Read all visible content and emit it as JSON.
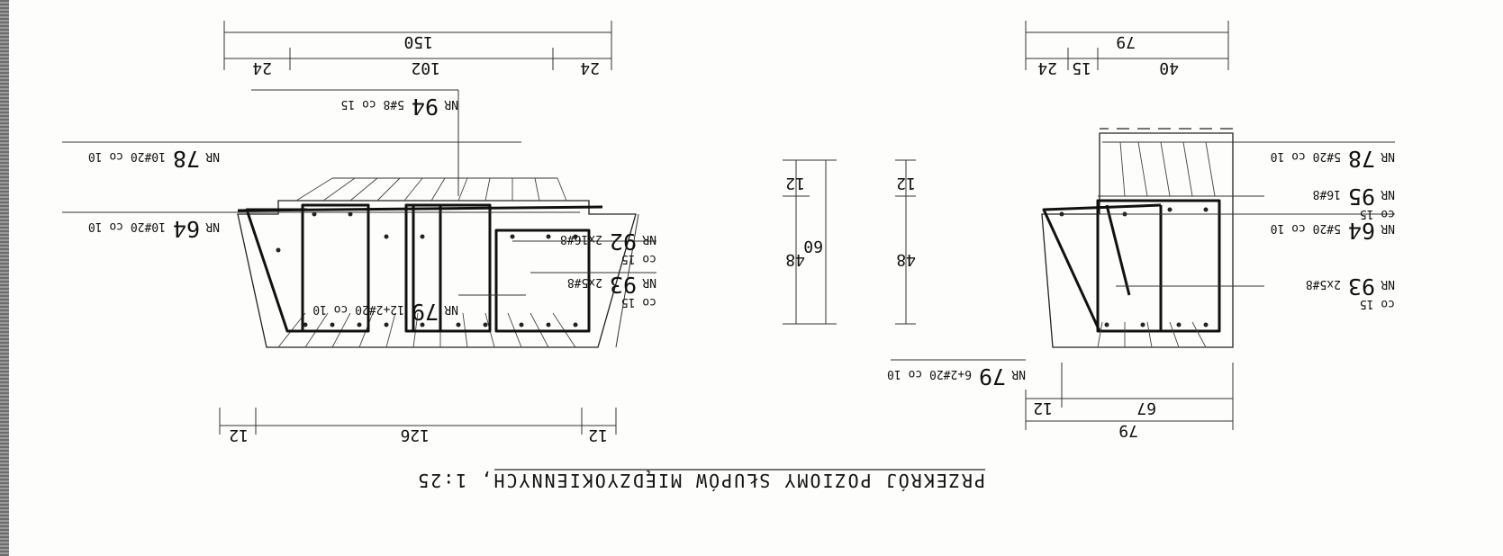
{
  "title": "PRZEKRÓJ POZIOMY SŁUPÓW MIĘDZYOKIENNYCH, 1:25",
  "left_section": {
    "dims_bottom": {
      "total": "150",
      "side_left": "24",
      "middle": "102",
      "side_right": "24"
    },
    "dims_top": {
      "left": "12",
      "middle": "126",
      "right": "12"
    },
    "labels": {
      "nr94": {
        "nr": "NR",
        "num": "94",
        "spec": "5#8 co 15"
      },
      "nr78": {
        "nr": "NR",
        "num": "78",
        "spec": "10#20 co 10"
      },
      "nr64": {
        "nr": "NR",
        "num": "64",
        "spec": "10#20 co 10"
      },
      "nr92": {
        "nr": "NR",
        "num": "92",
        "spec": "2x16#8",
        "co": "co 15"
      },
      "nr93": {
        "nr": "NR",
        "num": "93",
        "spec": "2x5#8",
        "co": "co 15"
      },
      "nr79": {
        "nr": "NR",
        "num": "79",
        "spec": "12+2#20 co 10"
      }
    }
  },
  "middle_dims": {
    "left_12": "12",
    "left_48": "48",
    "total_60": "60",
    "right_12": "12",
    "right_48": "48"
  },
  "right_section": {
    "dims_bottom": {
      "total": "79",
      "a": "24",
      "b": "15",
      "c": "40"
    },
    "dims_top": {
      "total": "79",
      "a": "12",
      "b": "67"
    },
    "labels": {
      "nr78": {
        "nr": "NR",
        "num": "78",
        "spec": "5#20 co 10"
      },
      "nr95": {
        "nr": "NR",
        "num": "95",
        "spec": "16#8",
        "co": "co 15"
      },
      "nr64": {
        "nr": "NR",
        "num": "64",
        "spec": "5#20 co 10"
      },
      "nr93": {
        "nr": "NR",
        "num": "93",
        "spec": "2x5#8",
        "co": "co 15"
      },
      "nr79": {
        "nr": "NR",
        "num": "79",
        "spec": "6+2#20 co 10"
      }
    }
  }
}
